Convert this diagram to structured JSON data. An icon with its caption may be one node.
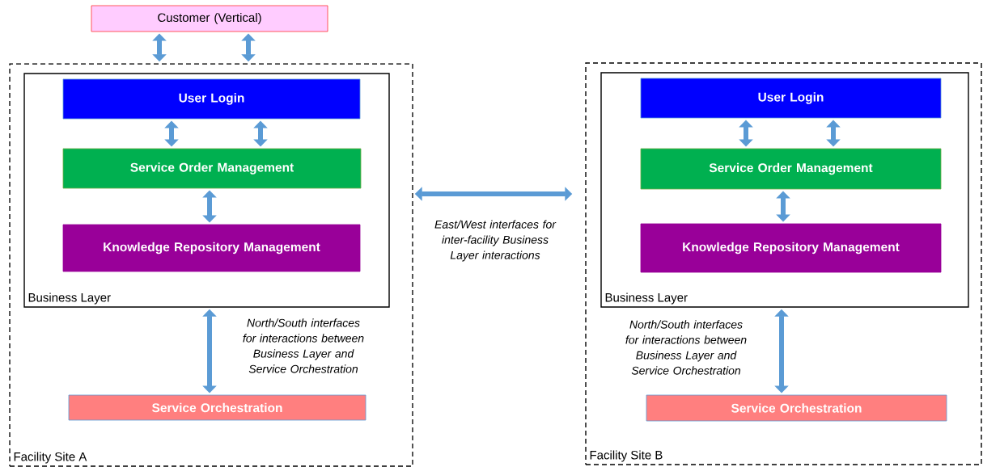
{
  "diagram": {
    "nodes": [
      {
        "text": [
          "Customer (Vertical)"
        ]
      },
      {
        "text": [
          "Facility Site A"
        ]
      },
      {
        "text": [
          "Business Layer"
        ],
        "in": 1
      },
      {
        "text": [
          "User Login"
        ],
        "in": 2
      },
      {
        "text": [
          "Service Order Management"
        ],
        "in": 2
      },
      {
        "text": [
          "Knowledge Repository Management"
        ],
        "in": 2
      },
      {
        "text": [
          "Service Orchestration"
        ],
        "in": 1
      },
      {
        "text": [
          "Facility Site B"
        ]
      },
      {
        "text": [
          "Business Layer"
        ],
        "in": 7
      },
      {
        "text": [
          "User Login"
        ],
        "in": 8
      },
      {
        "text": [
          "Service Order Management"
        ],
        "in": 8
      },
      {
        "text": [
          "Knowledge Repository Management"
        ],
        "in": 8
      },
      {
        "text": [
          "Service Orchestration"
        ],
        "in": 7
      }
    ],
    "edges": [
      {
        "from": 0,
        "to": 1,
        "arrow": "both"
      },
      {
        "from": 0,
        "to": 1,
        "arrow": "both"
      },
      {
        "from": 3,
        "to": 4,
        "arrow": "both"
      },
      {
        "from": 3,
        "to": 4,
        "arrow": "both"
      },
      {
        "from": 4,
        "to": 5,
        "arrow": "both"
      },
      {
        "from": 2,
        "to": 6,
        "arrow": "both",
        "label": "North/South interfaces for interactions between Business Layer and Service Orchestration"
      },
      {
        "from": 1,
        "to": 7,
        "arrow": "both",
        "label": "East/West interfaces for inter-facility Business Layer interactions"
      },
      {
        "from": 9,
        "to": 10,
        "arrow": "both"
      },
      {
        "from": 9,
        "to": 10,
        "arrow": "both"
      },
      {
        "from": 10,
        "to": 11,
        "arrow": "both"
      },
      {
        "from": 8,
        "to": 12,
        "arrow": "both",
        "label": "North/South interfaces for interactions between Business Layer and Service Orchestration"
      }
    ]
  }
}
